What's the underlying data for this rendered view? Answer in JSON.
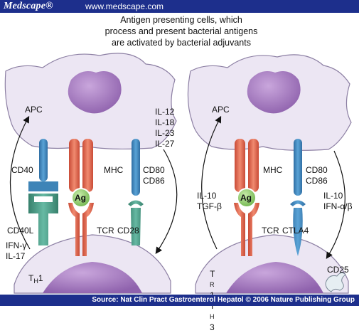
{
  "header": {
    "brand": "Medscape®",
    "site": "www.medscape.com"
  },
  "caption": {
    "line1": "Antigen presenting cells, which",
    "line2": "process and present bacterial antigens",
    "line3": "are activated by bacterial adjuvants"
  },
  "left_panel": {
    "apc": "APC",
    "cytokines": [
      "IL-12",
      "IL-18",
      "IL-23",
      "IL-27"
    ],
    "cd40": "CD40",
    "mhc": "MHC",
    "cd80": "CD80",
    "cd86": "CD86",
    "ag": "Ag",
    "cd40l": "CD40L",
    "tcr": "TCR",
    "cd28": "CD28",
    "ifn_gamma": "IFN-γ",
    "il17": "IL-17",
    "th1_main": "T",
    "th1_sub": "H",
    "th1_suffix": "1"
  },
  "right_panel": {
    "apc": "APC",
    "mhc": "MHC",
    "cd80": "CD80",
    "cd86": "CD86",
    "ag": "Ag",
    "il10": "IL-10",
    "tgf": "TGF-β",
    "il10b": "IL-10",
    "ifn_ab": "IFN-α/β",
    "tcr": "TCR",
    "ctla4": "CTLA4",
    "cd25": "CD25",
    "tr1_main": "T",
    "tr1_sub": "R",
    "tr1_suffix": "1",
    "th3_main": "T",
    "th3_sub": "H",
    "th3_suffix": "3"
  },
  "footer": {
    "source": "Source: Nat Clin Pract Gastroenterol Hepatol © 2006 Nature Publishing Group"
  },
  "colors": {
    "header_bg": "#1d2f8c",
    "cell_fill": "#ece6f3",
    "cell_stroke": "#8c7fa3",
    "nucleus": "#a77dc1",
    "blue_receptor": "#3e84b7",
    "green_receptor": "#4a9a86",
    "red_receptor": "#e2674e",
    "antigen": "#8fcc6a"
  }
}
